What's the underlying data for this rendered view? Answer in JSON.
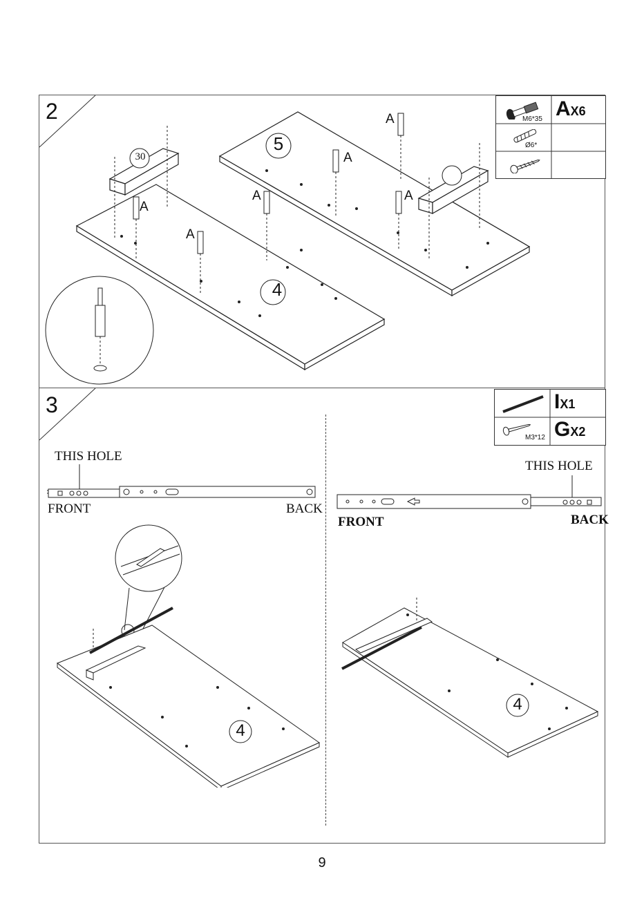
{
  "step2": {
    "number": "2",
    "parts": [
      {
        "icon": "cam-bolt-icon",
        "spec": "M6*35",
        "letter": "A",
        "qty": "X6"
      },
      {
        "icon": "dowel-icon",
        "spec": "Ø6*",
        "letter": "",
        "qty": ""
      },
      {
        "icon": "screw-icon",
        "spec": "",
        "letter": "",
        "qty": ""
      }
    ],
    "panel_labels": [
      "4",
      "5",
      "30"
    ],
    "bolt_label": "A"
  },
  "step3": {
    "number": "3",
    "parts": [
      {
        "icon": "drawer-rail-icon",
        "spec": "",
        "letter": "I",
        "qty": "X1"
      },
      {
        "icon": "screw-icon",
        "spec": "M3*12",
        "letter": "G",
        "qty": "X2"
      }
    ],
    "left_rail": {
      "hole_label": "THIS HOLE",
      "front": "FRONT",
      "back": "BACK"
    },
    "right_rail": {
      "hole_label": "THIS HOLE",
      "front": "FRONT",
      "back": "BACK"
    },
    "panel_label": "4"
  },
  "page_number": "9"
}
